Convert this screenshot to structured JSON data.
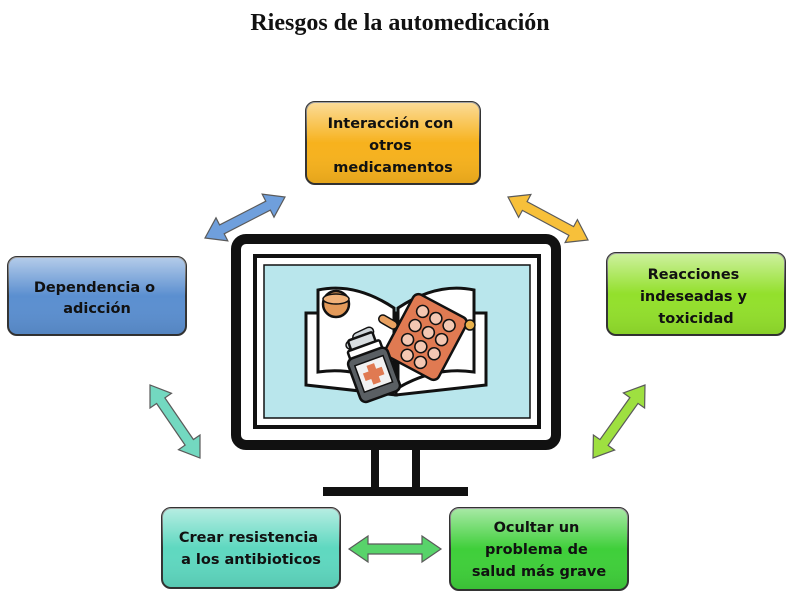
{
  "title": "Riesgos de la automedicación",
  "boxes": {
    "top": {
      "lines": [
        "Interacción con",
        "otros",
        "medicamentos"
      ],
      "color": "#f7b21d"
    },
    "left": {
      "lines": [
        "Dependencia o",
        "adicción"
      ],
      "color": "#5b8fd0"
    },
    "right": {
      "lines": [
        "Reacciones",
        "indeseadas y",
        "toxicidad"
      ],
      "color": "#93e02c"
    },
    "bottom_left": {
      "lines": [
        "Crear resistencia",
        "a los antibioticos"
      ],
      "color": "#5fd8c0"
    },
    "bottom_right": {
      "lines": [
        "Ocultar un",
        "problema de",
        "salud más grave"
      ],
      "color": "#3fcf3a"
    }
  },
  "arrow_colors": {
    "top_left": "#6f9fdc",
    "top_right": "#f7c03a",
    "left_bottom": "#73d8c0",
    "right_bottom": "#9ee040",
    "bottom": "#58d36a"
  },
  "icons": [
    "monitor-icon",
    "medicine-book-icon",
    "pill-bottle-icon",
    "blister-pack-icon"
  ]
}
